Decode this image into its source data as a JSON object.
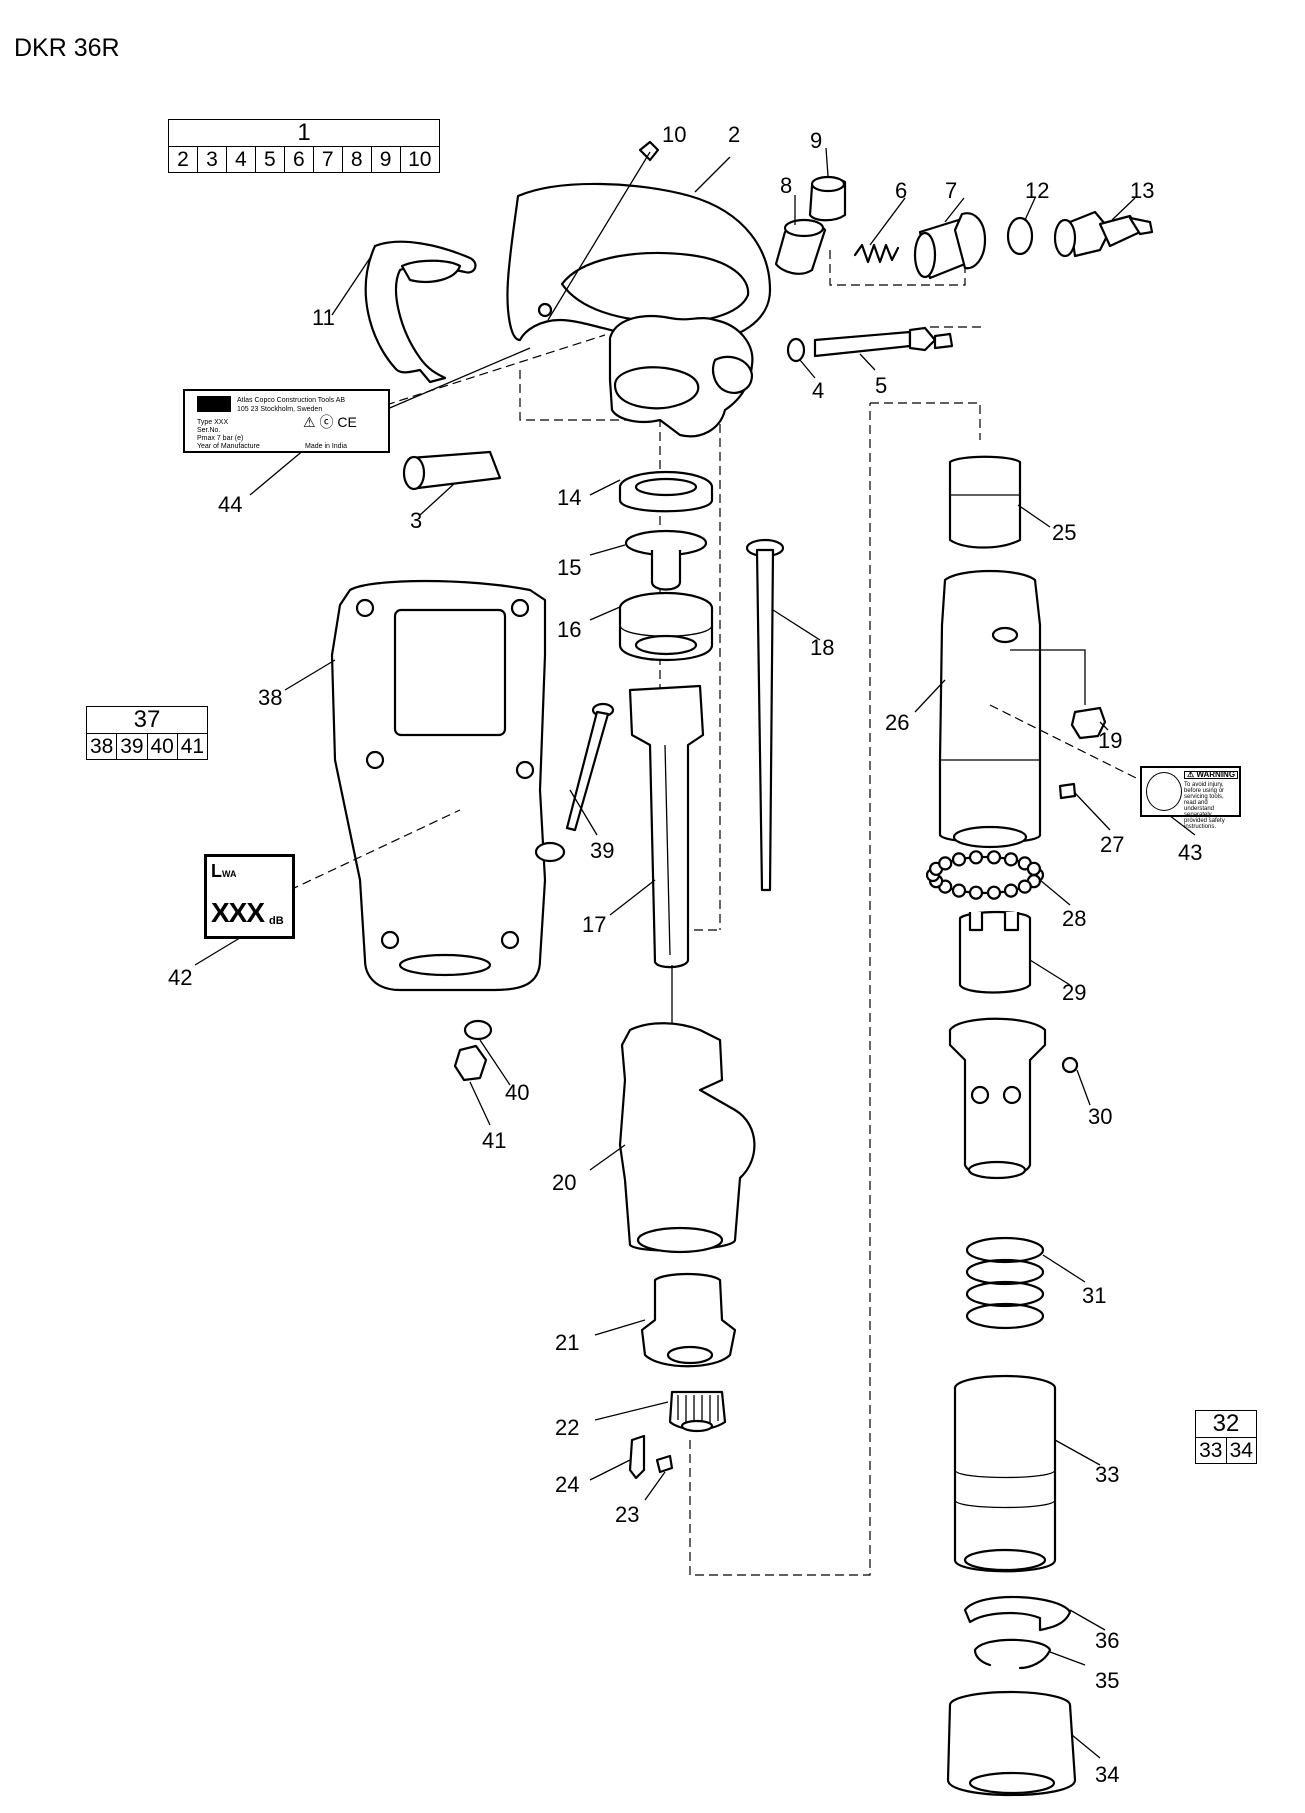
{
  "title": "DKR 36R",
  "kits": [
    {
      "main": "1",
      "subs": [
        "2",
        "3",
        "4",
        "5",
        "6",
        "7",
        "8",
        "9",
        "10"
      ]
    },
    {
      "main": "37",
      "subs": [
        "38",
        "39",
        "40",
        "41"
      ]
    },
    {
      "main": "32",
      "subs": [
        "33",
        "34"
      ]
    }
  ],
  "callouts": [
    "1",
    "2",
    "3",
    "4",
    "5",
    "6",
    "7",
    "8",
    "9",
    "10",
    "11",
    "12",
    "13",
    "14",
    "15",
    "16",
    "17",
    "18",
    "19",
    "20",
    "21",
    "22",
    "23",
    "24",
    "25",
    "26",
    "27",
    "28",
    "29",
    "30",
    "31",
    "32",
    "33",
    "34",
    "35",
    "36",
    "37",
    "38",
    "39",
    "40",
    "41",
    "42",
    "43",
    "44"
  ],
  "label44": {
    "line1": "Atlas Copco Construction Tools AB",
    "line2": "105 23 Stockholm, Sweden",
    "type": "Type XXX",
    "serial": "Ser.No.",
    "pmax": "Pmax 7 bar (e)",
    "year": "Year of Manufacture",
    "made": "Made in India",
    "marks": "⚠ ⓒ CE"
  },
  "label43": {
    "heading": "⚠ WARNING",
    "body": "To avoid injury, before using or servicing tools, read and understand separately provided safety instructions."
  },
  "label42": {
    "lw": "L",
    "lw_sub": "WA",
    "value": "XXX",
    "unit": "dB"
  }
}
